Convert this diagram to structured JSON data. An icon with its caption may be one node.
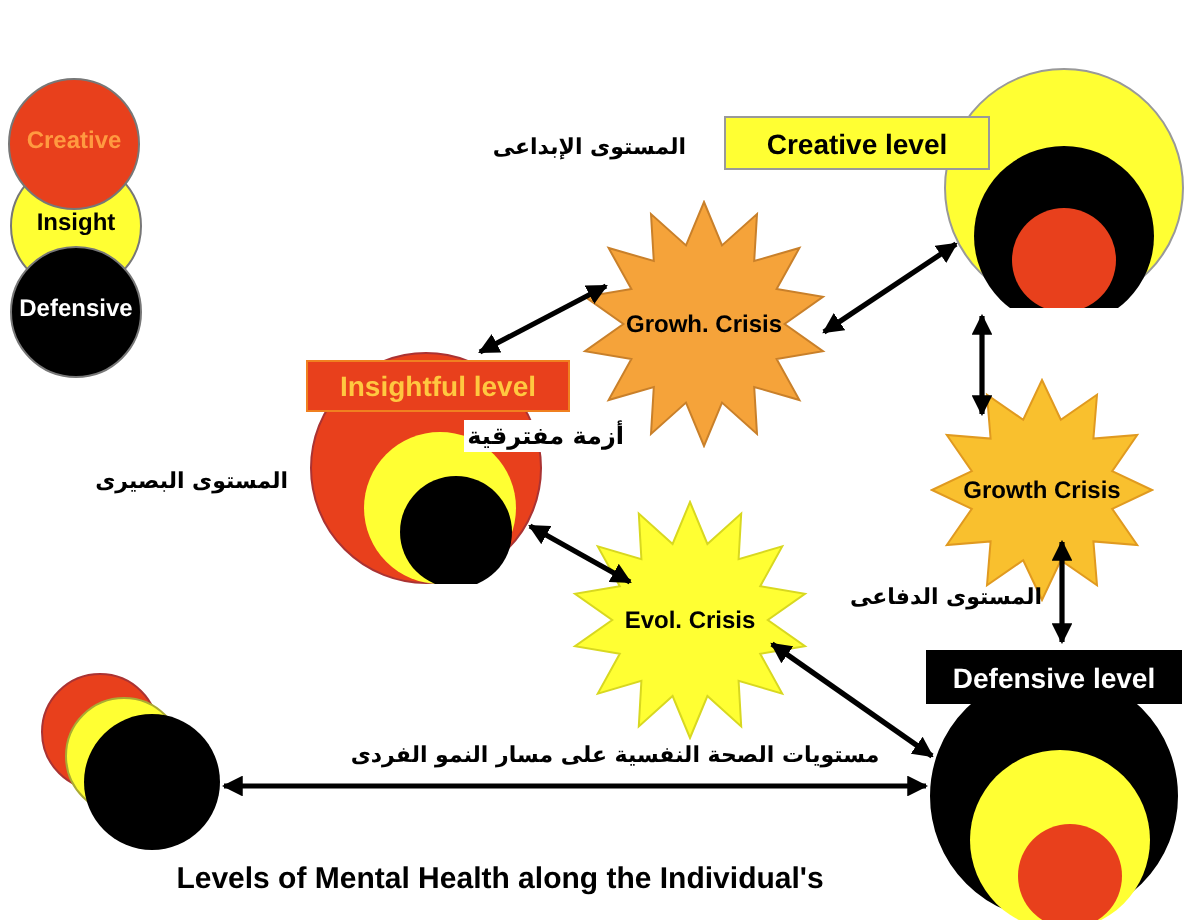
{
  "diagram": {
    "caption": "Levels of Mental Health along the Individual's",
    "nodes": [
      {
        "text": [
          "Creative level"
        ],
        "beside": [
          "المستوى الإبداعى"
        ]
      },
      {
        "text": [
          "Growh. Crisis"
        ],
        "beside": [
          "أزمة مفترقية"
        ]
      },
      {
        "text": [
          "Insightful level"
        ],
        "beside": [
          "المستوى البصيرى"
        ]
      },
      {
        "text": [
          "Growth Crisis"
        ]
      },
      {
        "text": [
          "Evol. Crisis"
        ]
      },
      {
        "text": [
          "Defensive level"
        ]
      },
      {
        "text": [],
        "shape": "circle"
      }
    ],
    "edges": [
      {
        "from": 2,
        "to": 1,
        "arrow": "both"
      },
      {
        "from": 1,
        "to": 0,
        "arrow": "both"
      },
      {
        "from": 0,
        "to": 3,
        "arrow": "both"
      },
      {
        "from": 3,
        "to": 5,
        "arrow": "both"
      },
      {
        "from": 2,
        "to": 4,
        "arrow": "both"
      },
      {
        "from": 4,
        "to": 5,
        "arrow": "both"
      },
      {
        "from": 6,
        "to": 5,
        "arrow": "both",
        "label": "مستويات الصحة النفسية على مسار النمو الفردى"
      }
    ],
    "labels": [
      "المستوى الدفاعى"
    ],
    "legend": [
      {
        "text": "Creative",
        "color": "#e8401c"
      },
      {
        "text": "Insight",
        "color": "#ffff33"
      },
      {
        "text": "Defensive",
        "color": "#000000"
      }
    ]
  }
}
